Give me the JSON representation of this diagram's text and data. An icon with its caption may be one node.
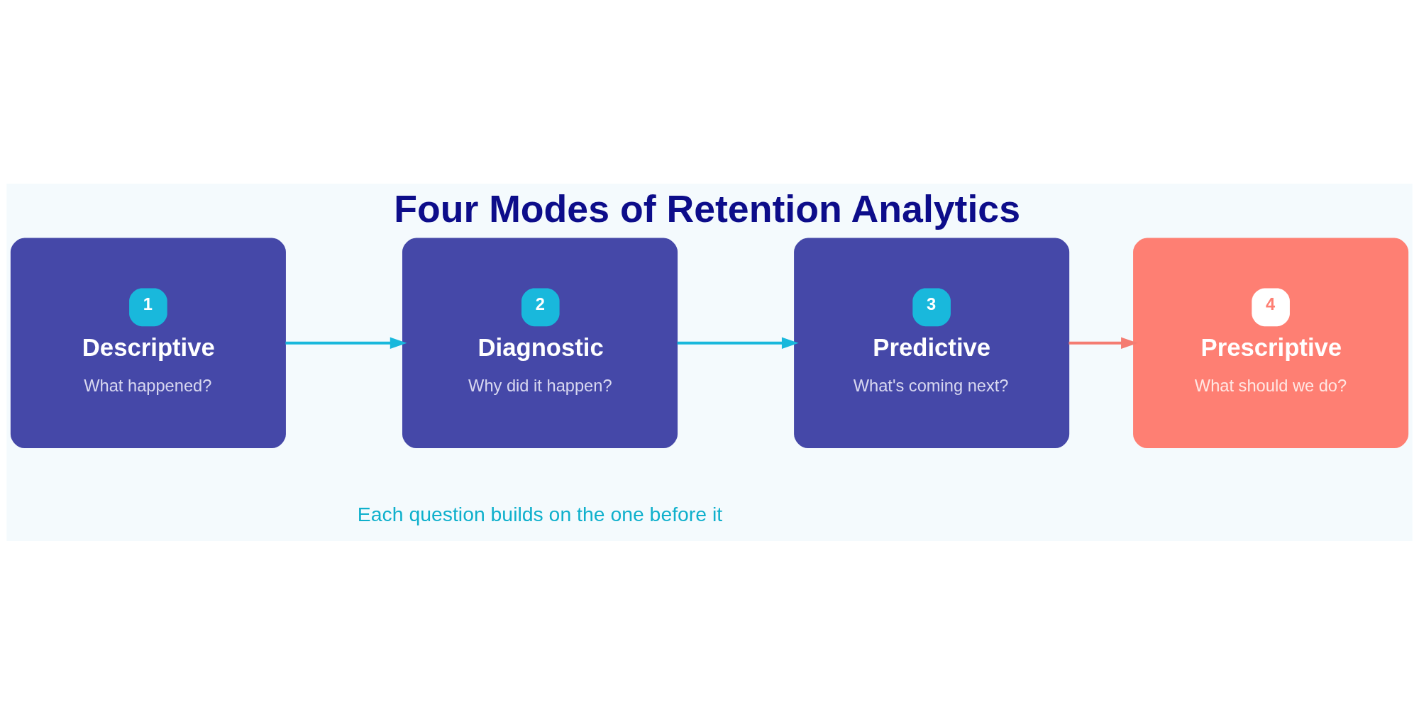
{
  "diagram": {
    "title": "Four Modes of Retention Analytics",
    "caption": "Each question builds on the one before it",
    "nodes": [
      {
        "text": [
          "1",
          "Descriptive",
          "What happened?"
        ]
      },
      {
        "text": [
          "2",
          "Diagnostic",
          "Why did it happen?"
        ]
      },
      {
        "text": [
          "3",
          "Predictive",
          "What's coming next?"
        ]
      },
      {
        "text": [
          "4",
          "Prescriptive",
          "What should we do?"
        ]
      }
    ],
    "edges": [
      {
        "from": 0,
        "to": 1,
        "arrow": "to"
      },
      {
        "from": 1,
        "to": 2,
        "arrow": "to"
      },
      {
        "from": 2,
        "to": 3,
        "arrow": "to",
        "color": "#f47c72"
      }
    ]
  }
}
